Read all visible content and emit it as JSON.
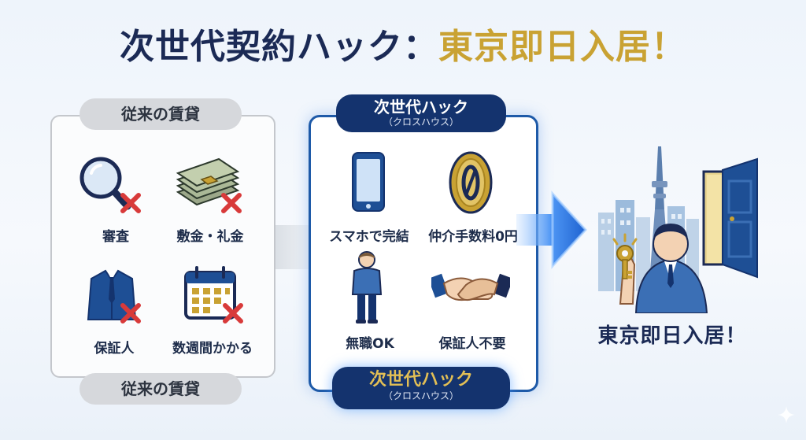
{
  "title": {
    "part1": "次世代契約ハック：",
    "part2": "東京即日入居！"
  },
  "traditional": {
    "header": "従来の賃貸",
    "footer": "従来の賃貸",
    "items": [
      {
        "label": "審査",
        "icon": "magnifier-icon"
      },
      {
        "label": "敷金・礼金",
        "icon": "cash-stack-icon"
      },
      {
        "label": "保証人",
        "icon": "suit-icon"
      },
      {
        "label": "数週間かかる",
        "icon": "calendar-icon"
      }
    ]
  },
  "nextgen": {
    "header_main": "次世代ハック",
    "header_sub": "（クロスハウス）",
    "footer_main": "次世代ハック",
    "footer_sub": "（クロスハウス）",
    "items": [
      {
        "label": "スマホで完結",
        "icon": "smartphone-icon"
      },
      {
        "label": "仲介手数料0円",
        "icon": "zero-coin-icon"
      },
      {
        "label": "無職OK",
        "icon": "casual-person-icon"
      },
      {
        "label": "保証人不要",
        "icon": "handshake-icon"
      }
    ]
  },
  "result": {
    "label": "東京即日入居！",
    "icon": "person-with-key-icon"
  },
  "colors": {
    "navy": "#14336e",
    "gold": "#c9a233",
    "blue": "#1e5aa8",
    "red": "#d83a3a"
  }
}
